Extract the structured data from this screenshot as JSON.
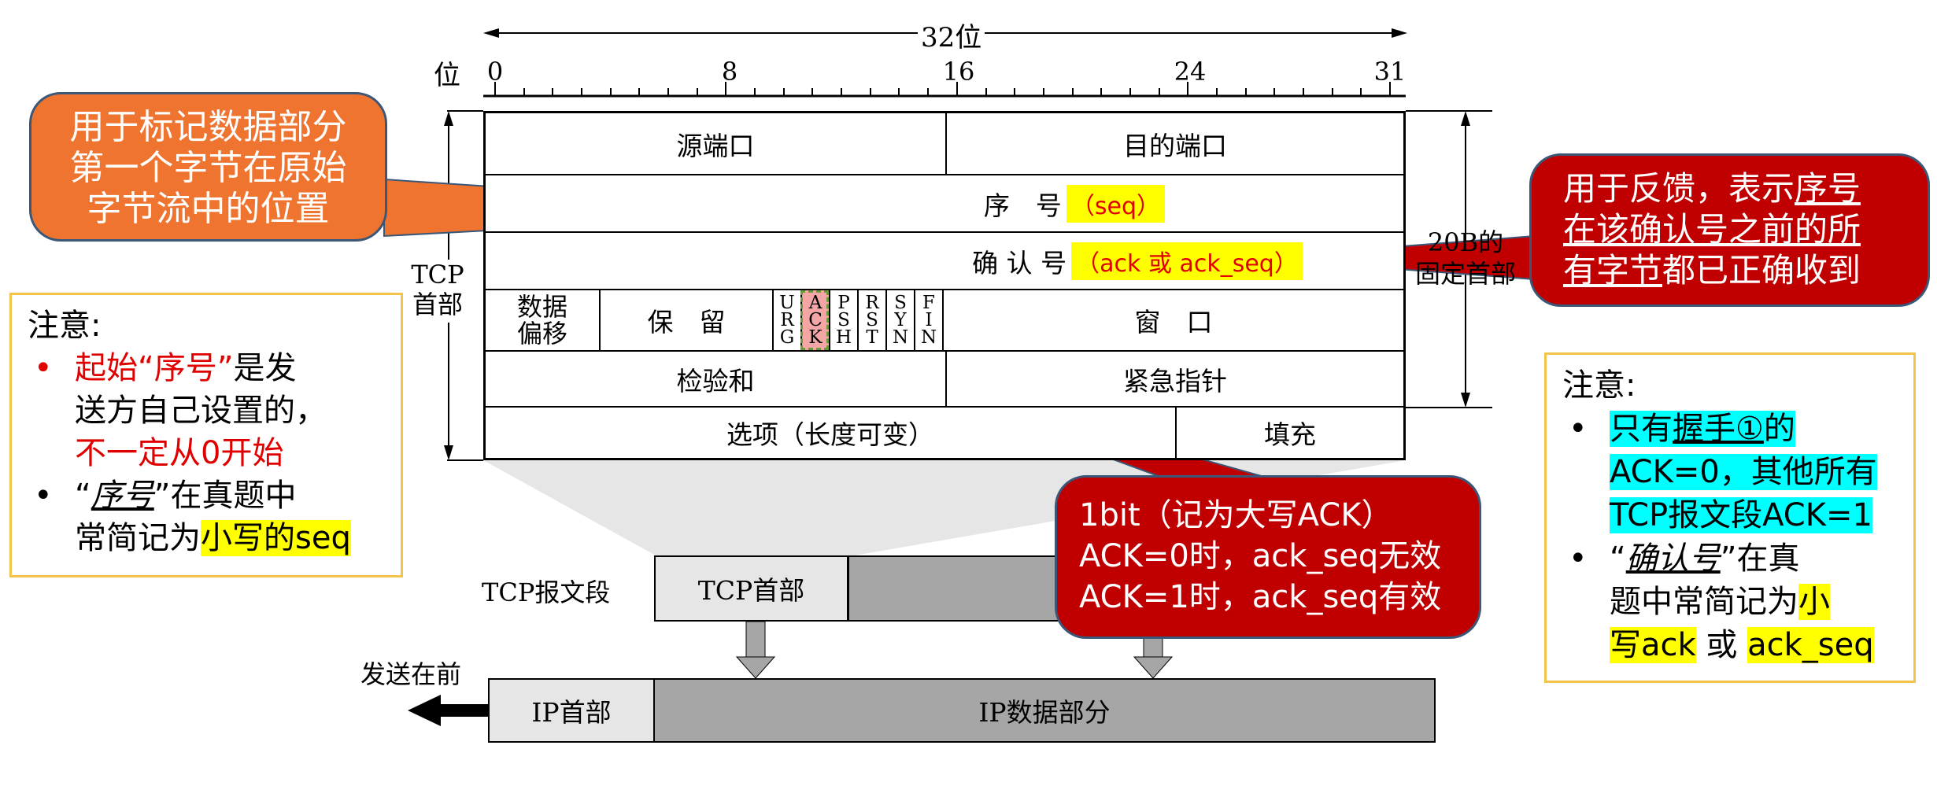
{
  "ruler": {
    "span_label": "32位",
    "bit_label": "位",
    "ticks": [
      "0",
      "8",
      "16",
      "24",
      "31"
    ]
  },
  "header": {
    "side_label": "TCP\n首部",
    "right_label": "20B的\n固定首部",
    "rows": {
      "r1": {
        "left": "源端口",
        "right": "目的端口"
      },
      "r2": {
        "label": "序　号",
        "tag": "（seq）"
      },
      "r3": {
        "label": "确 认 号",
        "tag": "（ack 或 ack_seq）"
      },
      "r4": {
        "offset": "数据\n偏移",
        "reserved": "保　留",
        "flags": [
          "URG",
          "ACK",
          "PSH",
          "RST",
          "SYN",
          "FIN"
        ],
        "window": "窗　口"
      },
      "r5": {
        "left": "检验和",
        "right": "紧急指针"
      },
      "r6": {
        "left": "选项（长度可变）",
        "right": "填充"
      }
    }
  },
  "segment": {
    "label": "TCP报文段",
    "header": "TCP首部"
  },
  "ip": {
    "send_first": "发送在前",
    "header": "IP首部",
    "data": "IP数据部分"
  },
  "callouts": {
    "seq": [
      "用于标记数据部分",
      "第一个字节在原始",
      "字节流中的位置"
    ],
    "ack_num": {
      "l1a": "用于反馈，表示",
      "l1b": "序号",
      "l2": "在该确认号之前的所",
      "l3a": "有字节",
      "l3b": "都已正确收到"
    },
    "ack_flag": [
      "1bit（记为大写ACK）",
      "ACK=0时，ack_seq无效",
      "ACK=1时，ack_seq有效"
    ]
  },
  "note_left": {
    "title": "注意:",
    "b1a": "起始“序号”",
    "b1b": "是发",
    "b1c": "送方自己设置的，",
    "b1d": "不一定从0开始",
    "b2a": "“",
    "b2b": "序号",
    "b2c": "”在真题中",
    "b2d": "常简记为",
    "b2e": "小写的seq"
  },
  "note_right": {
    "title": "注意:",
    "b1a": "只有",
    "b1b": "握手①",
    "b1c": "的",
    "b1d": "ACK=0，其他所有",
    "b1e": "TCP报文段ACK=1",
    "b2a": "“",
    "b2b": "确认号",
    "b2c": "”在真",
    "b2d": "题中常简记为",
    "b2e": "小",
    "b2f": "写ack",
    "b2g": "或",
    "b2h": "ack_seq"
  },
  "colors": {
    "orange": "#ee7430",
    "dark_red": "#c00000",
    "highlight_yellow": "#ffff00",
    "highlight_cyan": "#00ffff",
    "note_border": "#f2c44b",
    "gray_bar": "#a6a6a6"
  }
}
